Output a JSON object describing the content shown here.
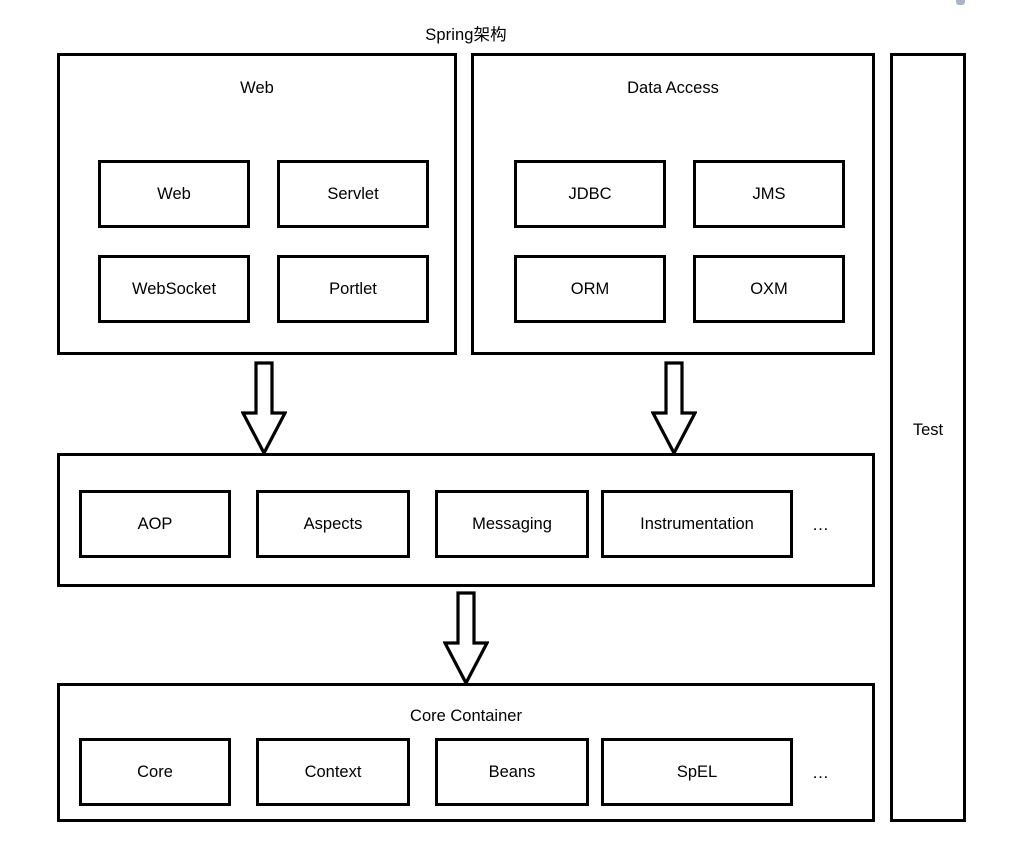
{
  "window": {
    "background_color": "#ffffff",
    "stroke_color": "#000000",
    "accent_dot_color": "#9aa7bd"
  },
  "diagram": {
    "type": "block-architecture",
    "title": "Spring架构",
    "groups": [
      {
        "id": "web",
        "label": "Web",
        "modules": [
          "Web",
          "Servlet",
          "WebSocket",
          "Portlet"
        ]
      },
      {
        "id": "data-access",
        "label": "Data Access",
        "modules": [
          "JDBC",
          "JMS",
          "ORM",
          "OXM"
        ]
      },
      {
        "id": "aop-row",
        "label": "",
        "modules": [
          "AOP",
          "Aspects",
          "Messaging",
          "Instrumentation"
        ],
        "overflow": "…"
      },
      {
        "id": "core-container",
        "label": "Core Container",
        "modules": [
          "Core",
          "Context",
          "Beans",
          "SpEL"
        ],
        "overflow": "…"
      },
      {
        "id": "test",
        "label": "Test",
        "modules": []
      }
    ],
    "arrows": [
      {
        "id": "web-to-aop",
        "from": "web",
        "to": "aop-row",
        "direction": "down"
      },
      {
        "id": "data-access-to-aop",
        "from": "data-access",
        "to": "aop-row",
        "direction": "down"
      },
      {
        "id": "aop-to-core",
        "from": "aop-row",
        "to": "core-container",
        "direction": "down"
      }
    ]
  }
}
